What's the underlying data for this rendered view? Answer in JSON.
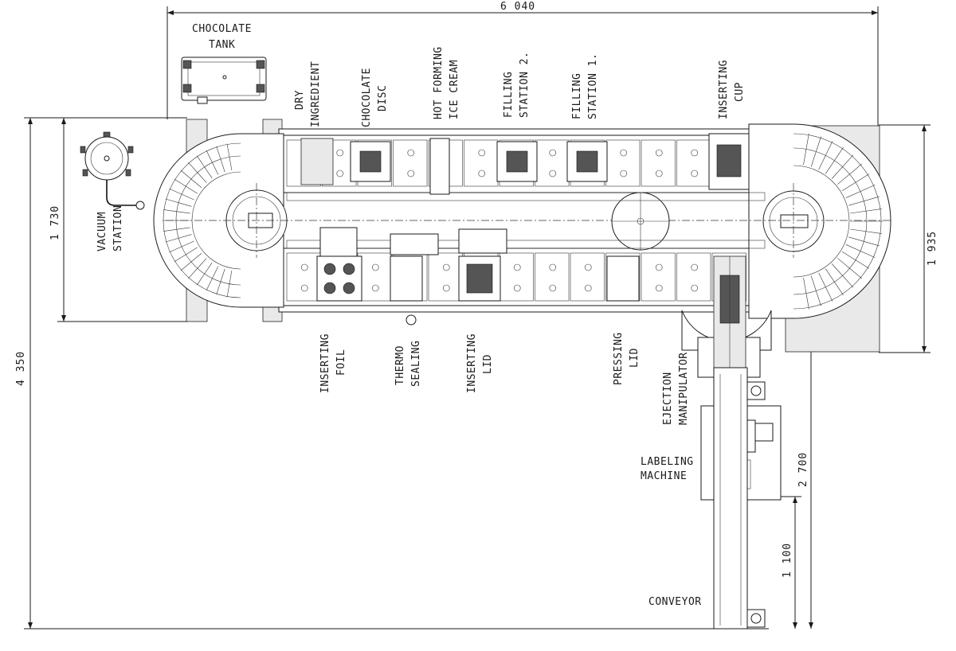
{
  "dimensions": {
    "overall_width": "6 040",
    "overall_length": "4 350",
    "machine_width": "1 730",
    "machine_width_right": "1 935",
    "ejection_length": "2 700",
    "conveyor_length": "1 100"
  },
  "stations_top": [
    {
      "id": "dry-ingredient",
      "lines": [
        "DRY",
        "INGREDIENT"
      ]
    },
    {
      "id": "chocolate-disc",
      "lines": [
        "CHOCOLATE",
        "DISC"
      ]
    },
    {
      "id": "hot-forming-ice-cream",
      "lines": [
        "HOT FORMING",
        "ICE CREAM"
      ]
    },
    {
      "id": "filling-station-2",
      "lines": [
        "FILLING",
        "STATION 2."
      ]
    },
    {
      "id": "filling-station-1",
      "lines": [
        "FILLING",
        "STATION 1."
      ]
    },
    {
      "id": "inserting-cup",
      "lines": [
        "INSERTING",
        "CUP"
      ]
    }
  ],
  "stations_bottom": [
    {
      "id": "inserting-foil",
      "lines": [
        "INSERTING",
        "FOIL"
      ]
    },
    {
      "id": "thermo-sealing",
      "lines": [
        "THERMO",
        "SEALING"
      ]
    },
    {
      "id": "inserting-lid",
      "lines": [
        "INSERTING",
        "LID"
      ]
    },
    {
      "id": "pressing-lid",
      "lines": [
        "PRESSING",
        "LID"
      ]
    },
    {
      "id": "ejection-manipulator",
      "lines": [
        "EJECTION",
        "MANIPULATOR"
      ]
    }
  ],
  "side_units": {
    "chocolate_tank": [
      "CHOCOLATE",
      "TANK"
    ],
    "vacuum_station": [
      "VACUUM",
      "STATION"
    ],
    "labeling_machine": [
      "LABELING",
      "MACHINE"
    ],
    "conveyor": "CONVEYOR"
  },
  "colors": {
    "line": "#1a1a1a",
    "background": "#ffffff",
    "housing": "#e9e9e9"
  }
}
